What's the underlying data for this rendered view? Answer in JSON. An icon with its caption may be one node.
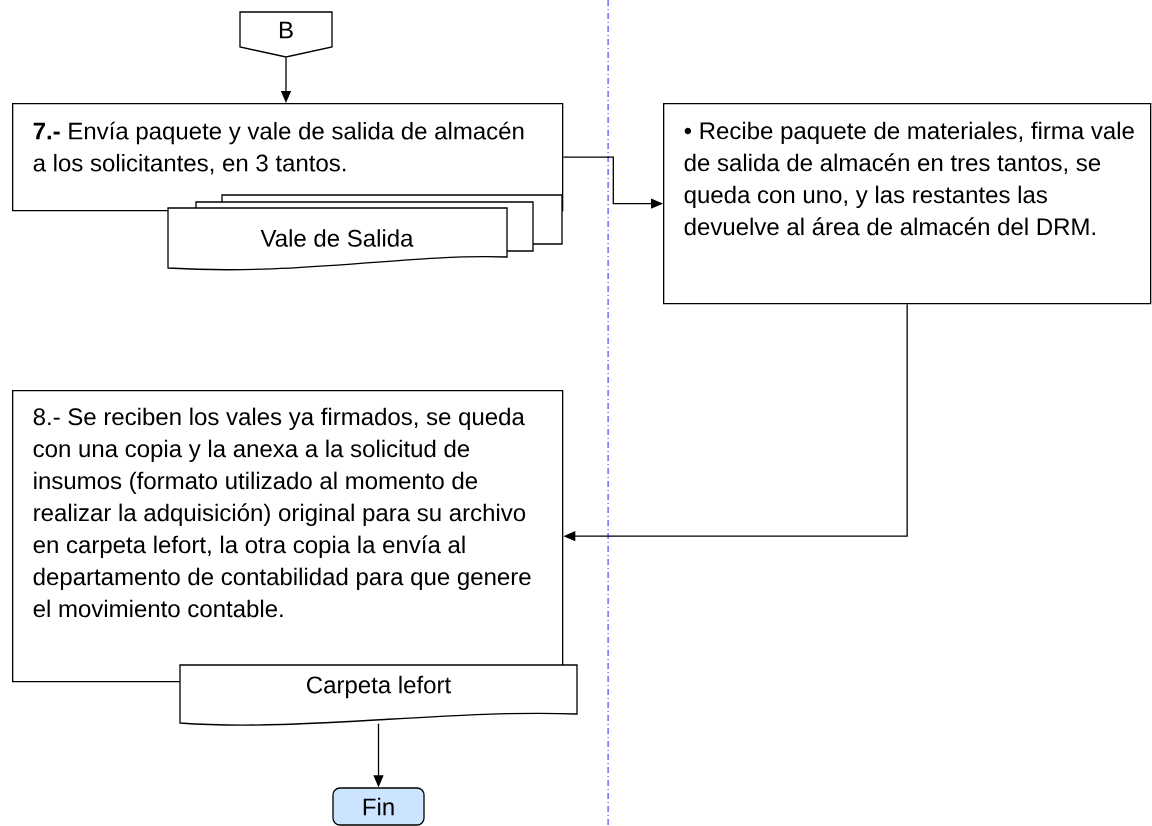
{
  "diagram": {
    "nodes": [
      {
        "text": [
          "B"
        ]
      },
      {
        "text": [
          "**7.-** Envía paquete y vale de salida de almacén a los solicitantes, en 3 tantos."
        ]
      },
      {
        "text": [
          "Vale de Salida"
        ]
      },
      {
        "text": [
          "• Recibe paquete de materiales, firma vale de salida de almacén en tres tantos, se queda con uno, y las restantes las devuelve al área de almacén del DRM."
        ]
      },
      {
        "text": [
          "8.- Se reciben los vales ya firmados, se queda con una copia y la anexa a la solicitud de insumos (formato utilizado al momento de realizar la adquisición) original para su archivo en carpeta lefort, la otra copia la envía al departamento de contabilidad para que genere el movimiento contable."
        ]
      },
      {
        "text": [
          "Carpeta lefort"
        ]
      },
      {
        "text": [
          "Fin"
        ]
      }
    ],
    "edges": [
      {
        "from": 0,
        "to": 1,
        "arrow": "to"
      },
      {
        "from": 1,
        "to": 3,
        "arrow": "to"
      },
      {
        "from": 3,
        "to": 4,
        "arrow": "to"
      },
      {
        "from": 5,
        "to": 6,
        "arrow": "to"
      }
    ]
  }
}
